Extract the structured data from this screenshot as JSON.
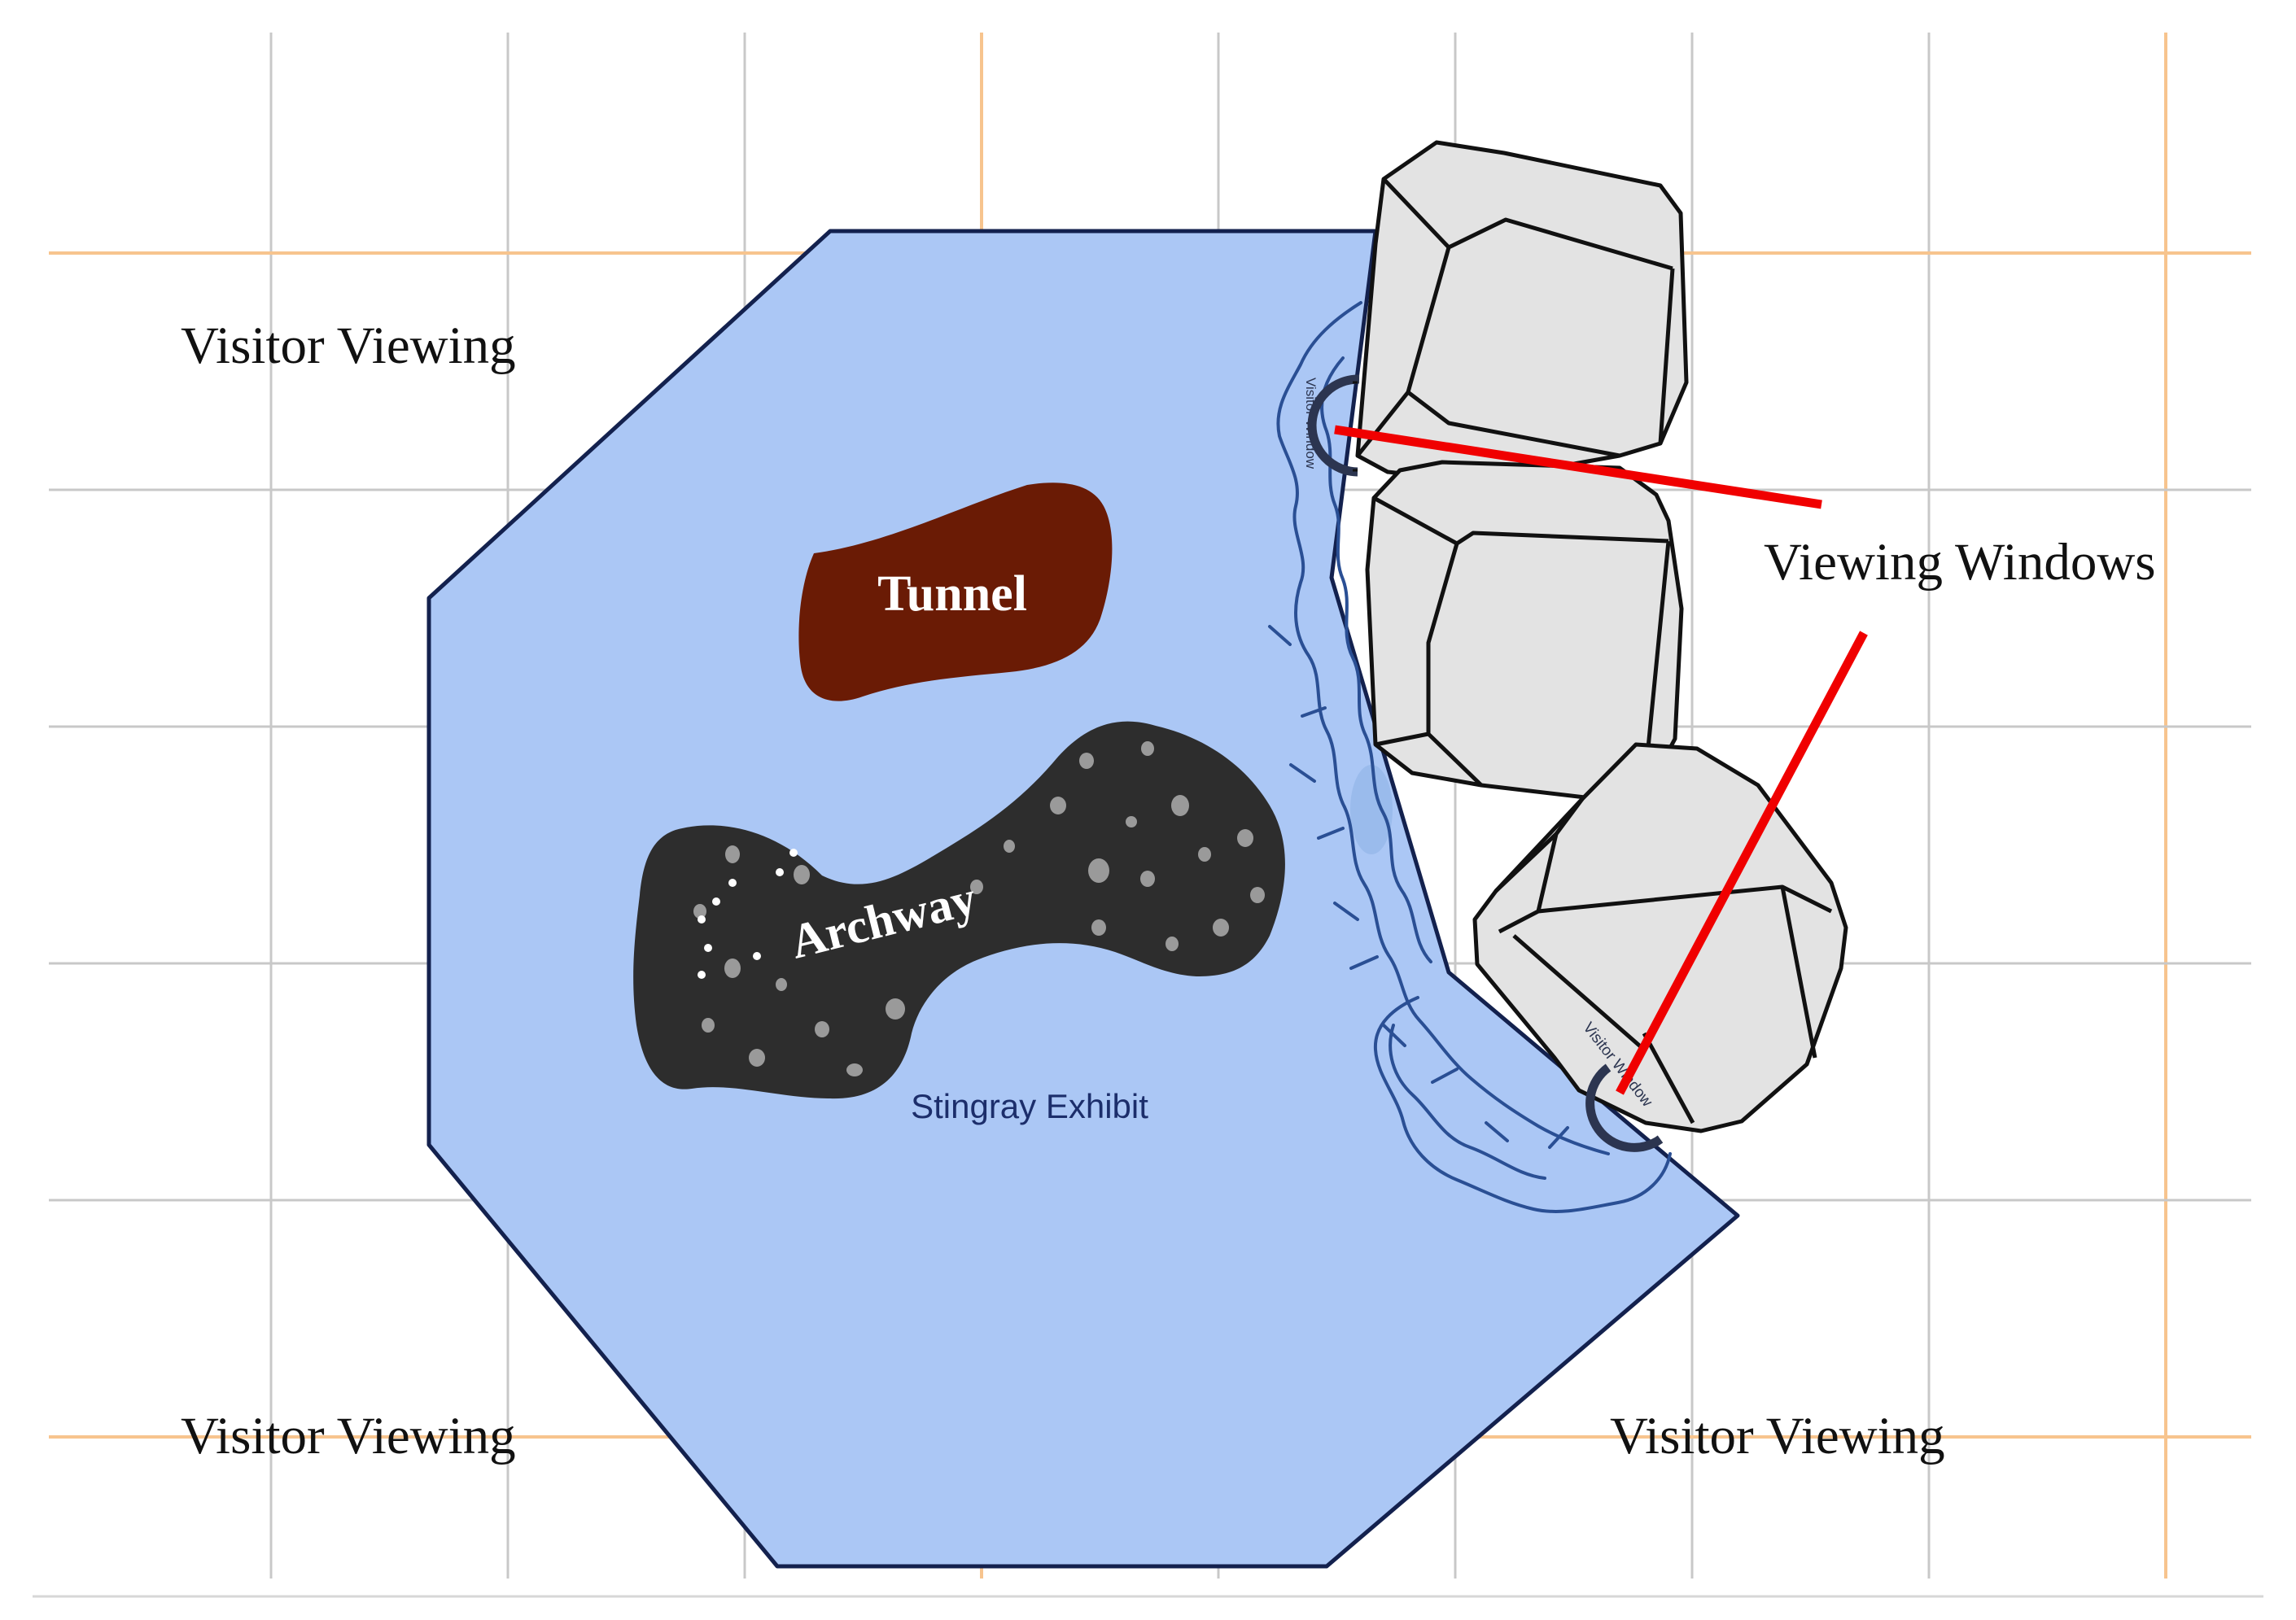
{
  "labels": {
    "visitor_viewing_top_left": "Visitor Viewing",
    "visitor_viewing_bottom_left": "Visitor Viewing",
    "visitor_viewing_bottom_right": "Visitor Viewing",
    "viewing_windows": "Viewing Windows",
    "tunnel": "Tunnel",
    "archway": "Archway",
    "stingray_exhibit": "Stingray Exhibit",
    "window_top": "Visitor Window",
    "window_bottom": "Visitor Window"
  },
  "colors": {
    "grid_gray": "#c8c8c8",
    "grid_orange": "#f7c48e",
    "water_fill": "#abc7f5",
    "water_edge": "#13214e",
    "shoreline": "#2a4f94",
    "tunnel_fill": "#6a1b05",
    "archway_fill": "#2d2d2d",
    "archway_spots": "#9a9a9a",
    "rock_fill": "#e3e3e3",
    "rock_edge": "#111111",
    "pointer_red": "#f00000",
    "stingray_text": "#1c2e6b",
    "window_ring": "#2c3550"
  }
}
